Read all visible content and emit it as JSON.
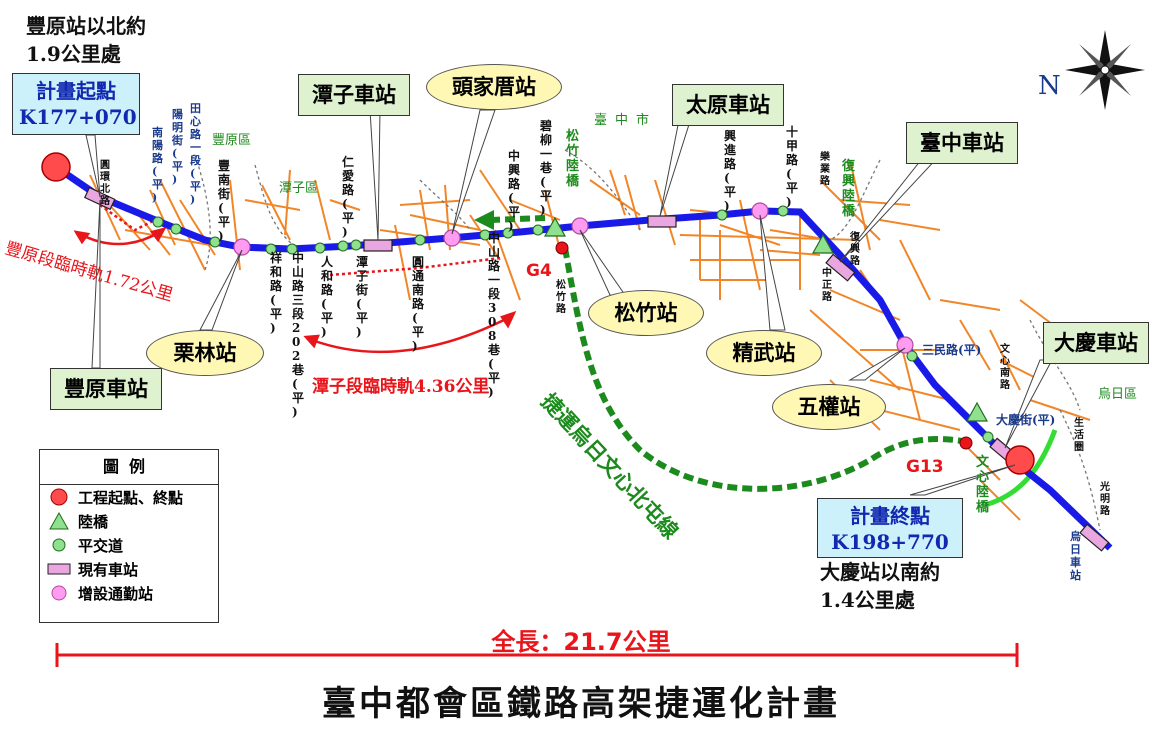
{
  "north_label": "N",
  "plan_start": {
    "label": "計畫起點",
    "km": "K177+070",
    "note_line1": "豐原站以北約",
    "note_line2": "1.9公里處"
  },
  "plan_end": {
    "label": "計畫終點",
    "km": "K198+770",
    "note_line1": "大慶站以南約",
    "note_line2": "1.4公里處"
  },
  "existing_stations": [
    "豐原車站",
    "潭子車站",
    "太原車站",
    "臺中車站",
    "大慶車站"
  ],
  "new_stations": [
    "栗林站",
    "頭家厝站",
    "松竹站",
    "精武站",
    "五權站"
  ],
  "temporary_tracks": [
    "豐原段臨時軌1.72公里",
    "潭子段臨時軌4.36公里"
  ],
  "mrt_line": "捷運烏日文心北屯線",
  "mrt_stations": [
    "G4",
    "G13"
  ],
  "overpasses": [
    "松竹陸橋",
    "復興陸橋",
    "文心陸橋"
  ],
  "districts": [
    "豐原區",
    "潭子區",
    "臺中市",
    "烏日區"
  ],
  "crossings": [
    "南陽路(平)",
    "陽明街(平)",
    "田心路一段(平)",
    "豐南街(平)",
    "祥和路(平)",
    "中山路三段202巷(平)",
    "人和路(平)",
    "潭子街(平)",
    "仁愛路(平)",
    "圓通南路(平)",
    "中山路一段308巷(平)",
    "中興路(平)",
    "碧柳一巷(平)",
    "興進路(平)",
    "十甲路(平)",
    "三民路(平)",
    "大慶街(平)"
  ],
  "street_labels": [
    "圓環北路",
    "松竹路",
    "樂業路",
    "復興路",
    "中正路",
    "文心南路",
    "生活圈",
    "光明路",
    "烏日車站"
  ],
  "legend": {
    "title": "圖例",
    "items": [
      "工程起點、終點",
      "陸橋",
      "平交道",
      "現有車站",
      "增設通勤站"
    ]
  },
  "total_length": "全長：21.7公里",
  "title": "臺中都會區鐵路高架捷運化計畫",
  "colors": {
    "rail": "#1a1ae8",
    "roads": "#f07a12",
    "temp_track": "#e8151b",
    "mrt": "#1c8a1c",
    "callout_green": "#dff2cf",
    "callout_yellow": "#fff8b4",
    "callout_blue": "#ccf1fb"
  }
}
